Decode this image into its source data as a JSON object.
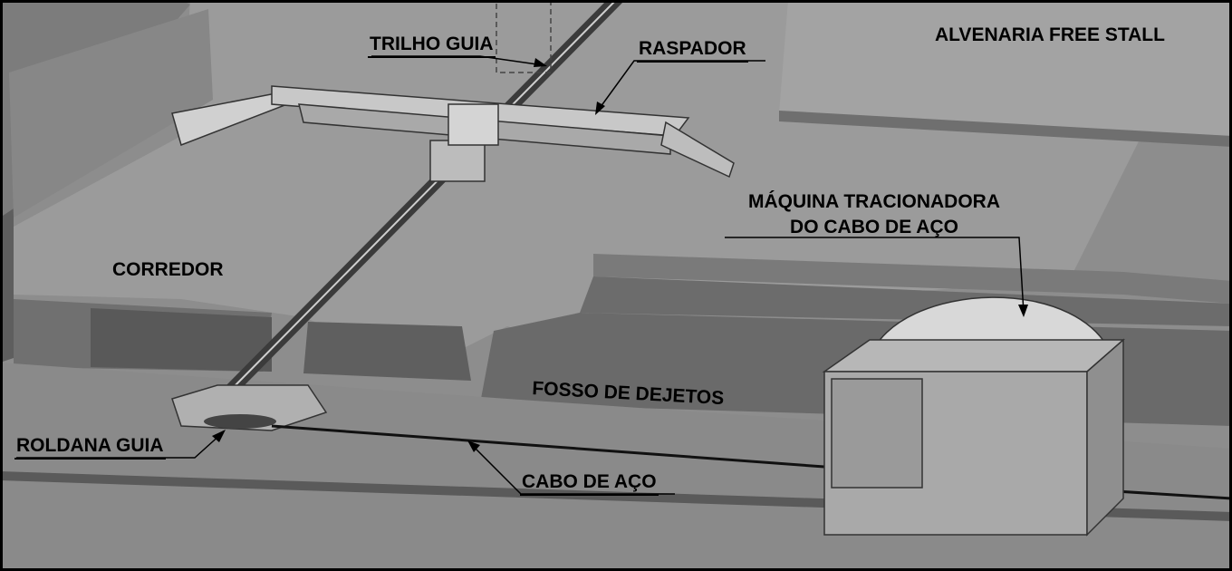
{
  "diagram": {
    "labels": {
      "trilho_guia": "TRILHO GUIA",
      "raspador": "RASPADOR",
      "alvenaria": "ALVENARIA FREE STALL",
      "maquina_line1": "MÁQUINA TRACIONADORA",
      "maquina_line2": "DO CABO DE AÇO",
      "corredor": "CORREDOR",
      "fosso": "FOSSO DE DEJETOS",
      "roldana": "ROLDANA GUIA",
      "cabo": "CABO DE AÇO"
    }
  }
}
